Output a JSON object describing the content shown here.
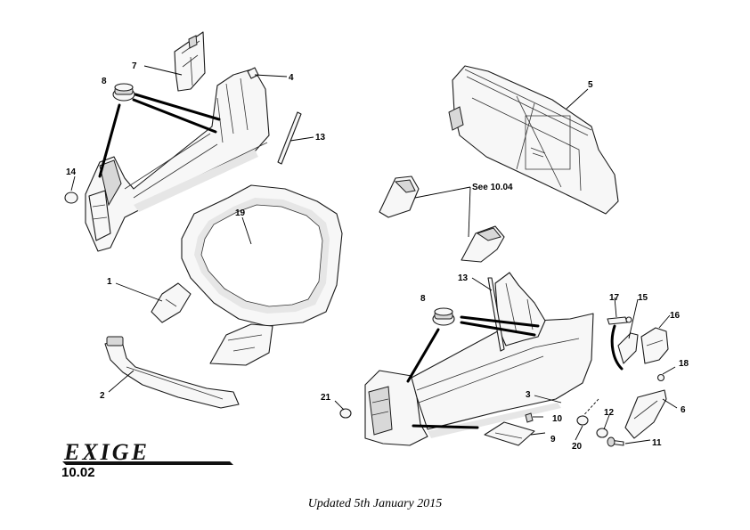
{
  "brand": {
    "logo_text": "EXIGE"
  },
  "page_ref": "10.02",
  "footer": {
    "updated": "Updated 5th January 2015"
  },
  "callouts": [
    {
      "id": "c1",
      "label": "1"
    },
    {
      "id": "c2",
      "label": "2"
    },
    {
      "id": "c3",
      "label": "3"
    },
    {
      "id": "c4",
      "label": "4"
    },
    {
      "id": "c5",
      "label": "5"
    },
    {
      "id": "c6",
      "label": "6"
    },
    {
      "id": "c7",
      "label": "7"
    },
    {
      "id": "c8a",
      "label": "8"
    },
    {
      "id": "c8b",
      "label": "8"
    },
    {
      "id": "c9",
      "label": "9"
    },
    {
      "id": "c10",
      "label": "10"
    },
    {
      "id": "c11",
      "label": "11"
    },
    {
      "id": "c12",
      "label": "12"
    },
    {
      "id": "c13a",
      "label": "13"
    },
    {
      "id": "c13b",
      "label": "13"
    },
    {
      "id": "c14",
      "label": "14"
    },
    {
      "id": "c15",
      "label": "15"
    },
    {
      "id": "c16",
      "label": "16"
    },
    {
      "id": "c17",
      "label": "17"
    },
    {
      "id": "c18",
      "label": "18"
    },
    {
      "id": "c19",
      "label": "19"
    },
    {
      "id": "c20",
      "label": "20"
    },
    {
      "id": "c21",
      "label": "21"
    }
  ],
  "see_ref": "See 10.04"
}
